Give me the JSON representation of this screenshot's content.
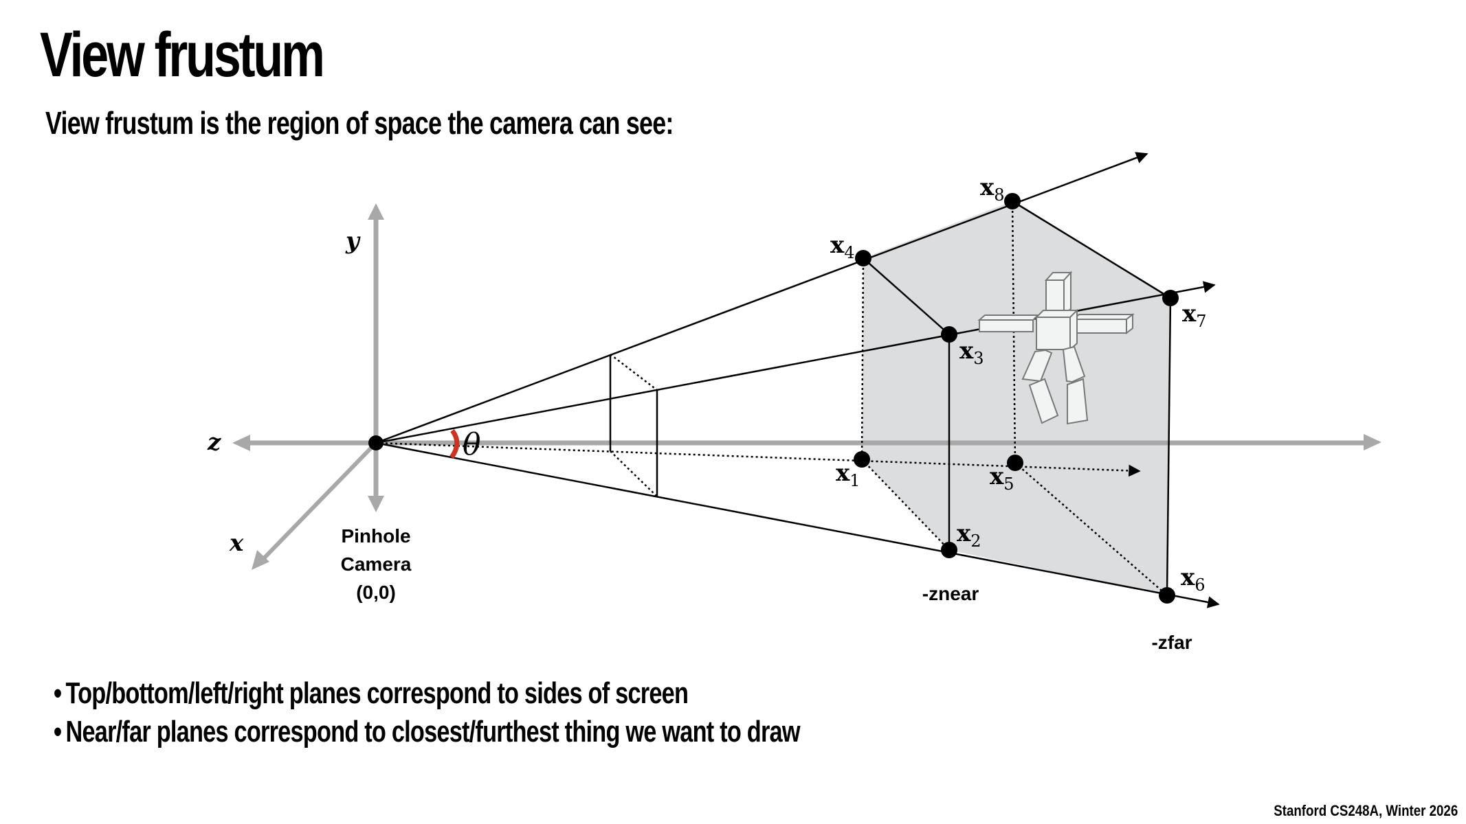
{
  "slide": {
    "title": "View frustum",
    "subtitle": "View frustum is the region of space the camera can see:",
    "bullets": [
      "Top/bottom/left/right planes correspond to sides of screen",
      "Near/far planes correspond to closest/furthest thing we want to draw"
    ],
    "bullet_glyph": "•",
    "footer": "Stanford CS248A, Winter 2026"
  },
  "diagram": {
    "axes": {
      "y_label": "y",
      "z_label": "z",
      "x_label": "x",
      "color": "#a8a8a8"
    },
    "camera": {
      "label_line1": "Pinhole",
      "label_line2": "Camera",
      "label_line3": "(0,0)"
    },
    "angle": {
      "label": "θ",
      "color": "#cc3322"
    },
    "plane_labels": {
      "near": "-znear",
      "far": "-zfar"
    },
    "points": [
      {
        "id": "x1",
        "base": "x",
        "sub": "1"
      },
      {
        "id": "x2",
        "base": "x",
        "sub": "2"
      },
      {
        "id": "x3",
        "base": "x",
        "sub": "3"
      },
      {
        "id": "x4",
        "base": "x",
        "sub": "4"
      },
      {
        "id": "x5",
        "base": "x",
        "sub": "5"
      },
      {
        "id": "x6",
        "base": "x",
        "sub": "6"
      },
      {
        "id": "x7",
        "base": "x",
        "sub": "7"
      },
      {
        "id": "x8",
        "base": "x",
        "sub": "8"
      }
    ],
    "frustum_fill": "#dcdddf",
    "figure": "box-man-figure"
  }
}
